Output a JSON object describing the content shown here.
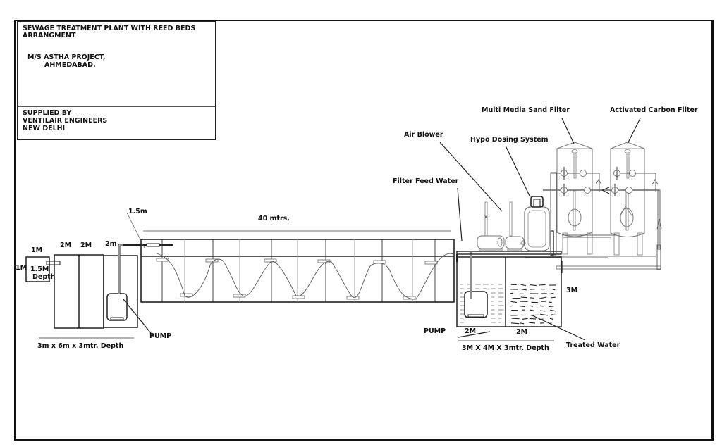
{
  "title_block": {
    "title_line1": "SEWAGE TREATMENT PLANT WITH REED BEDS",
    "title_line2": "ARRANGMENT",
    "client_line1": "M/S ASTHA PROJECT,",
    "client_line2": "AHMEDABAD.",
    "supplier_line1": "SUPPLIED BY",
    "supplier_line2": "VENTILAIR ENGINEERS",
    "supplier_line3": "NEW DELHI"
  },
  "inlet_chamber": {
    "width_label": "1M",
    "side_label": "1M",
    "depth_label_line1": "1.5M",
    "depth_label_line2": "Depth"
  },
  "collection_tank": {
    "compartment_labels": [
      "2M",
      "2M",
      "2m"
    ],
    "pump_label": "PUMP",
    "dimension_label": "3m x 6m x 3mtr. Depth"
  },
  "reed_bed": {
    "depth_label": "1.5m",
    "length_label": "40 mtrs."
  },
  "treated_tank": {
    "pump_label": "PUMP",
    "compartment_labels": [
      "2M",
      "2M"
    ],
    "height_label": "3M",
    "dimension_label": "3M X 4M X 3mtr. Depth",
    "treated_water_label": "Treated Water"
  },
  "equipment_labels": {
    "filter_feed_water": "Filter Feed Water",
    "air_blower": "Air Blower",
    "hypo_dosing": "Hypo Dosing System",
    "sand_filter": "Multi Media Sand Filter",
    "carbon_filter": "Activated Carbon Filter"
  }
}
